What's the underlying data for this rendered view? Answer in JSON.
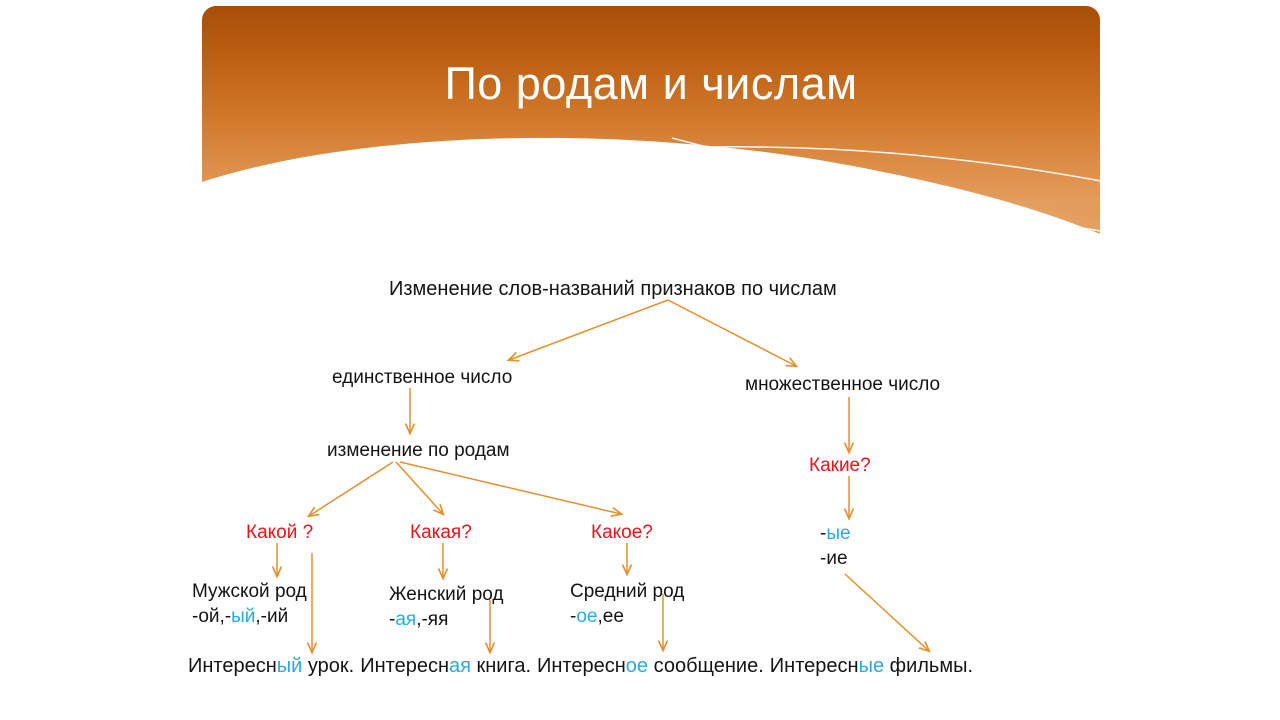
{
  "slide": {
    "title": "По родам и числам",
    "theme": {
      "banner_gradient_top": "#b4560d",
      "banner_gradient_bottom": "#e79a53",
      "title_color": "#ffffff",
      "arrow_color": "#e3902f",
      "question_color": "#e8131b",
      "ending_accent_color": "#29ABE2",
      "text_color": "#141414",
      "background": "#ffffff"
    }
  },
  "diagram": {
    "root": "Изменение слов-названий признаков по числам",
    "singular": "единственное число",
    "plural": "множественное число",
    "by_gender": "изменение по родам",
    "question_plural": "Какие?",
    "questions": {
      "masculine": "Какой ?",
      "feminine": "Какая?",
      "neuter": "Какое?"
    },
    "genders": {
      "masculine": {
        "label": "Мужской род",
        "ending_prefix": "-ой,-",
        "ending_accent": "ый",
        "ending_suffix": ",-ий"
      },
      "feminine": {
        "label": "Женский род",
        "ending_prefix": "-",
        "ending_accent": "ая",
        "ending_suffix": ",-яя"
      },
      "neuter": {
        "label": "Средний род",
        "ending_prefix": "-",
        "ending_accent": "ое",
        "ending_suffix": ",ее"
      }
    },
    "plural_endings": {
      "first_prefix": "-",
      "first_accent": "ые",
      "second": "-ие"
    },
    "sentence": {
      "items": [
        {
          "stem": "Интересн",
          "accent": "ый",
          "rest": " урок."
        },
        {
          "stem": "Интересн",
          "accent": "ая",
          "rest": " книга."
        },
        {
          "stem": "Интересн",
          "accent": "ое",
          "rest": " сообщение."
        },
        {
          "stem": "Интересн",
          "accent": "ые",
          "rest": " фильмы."
        }
      ]
    }
  }
}
